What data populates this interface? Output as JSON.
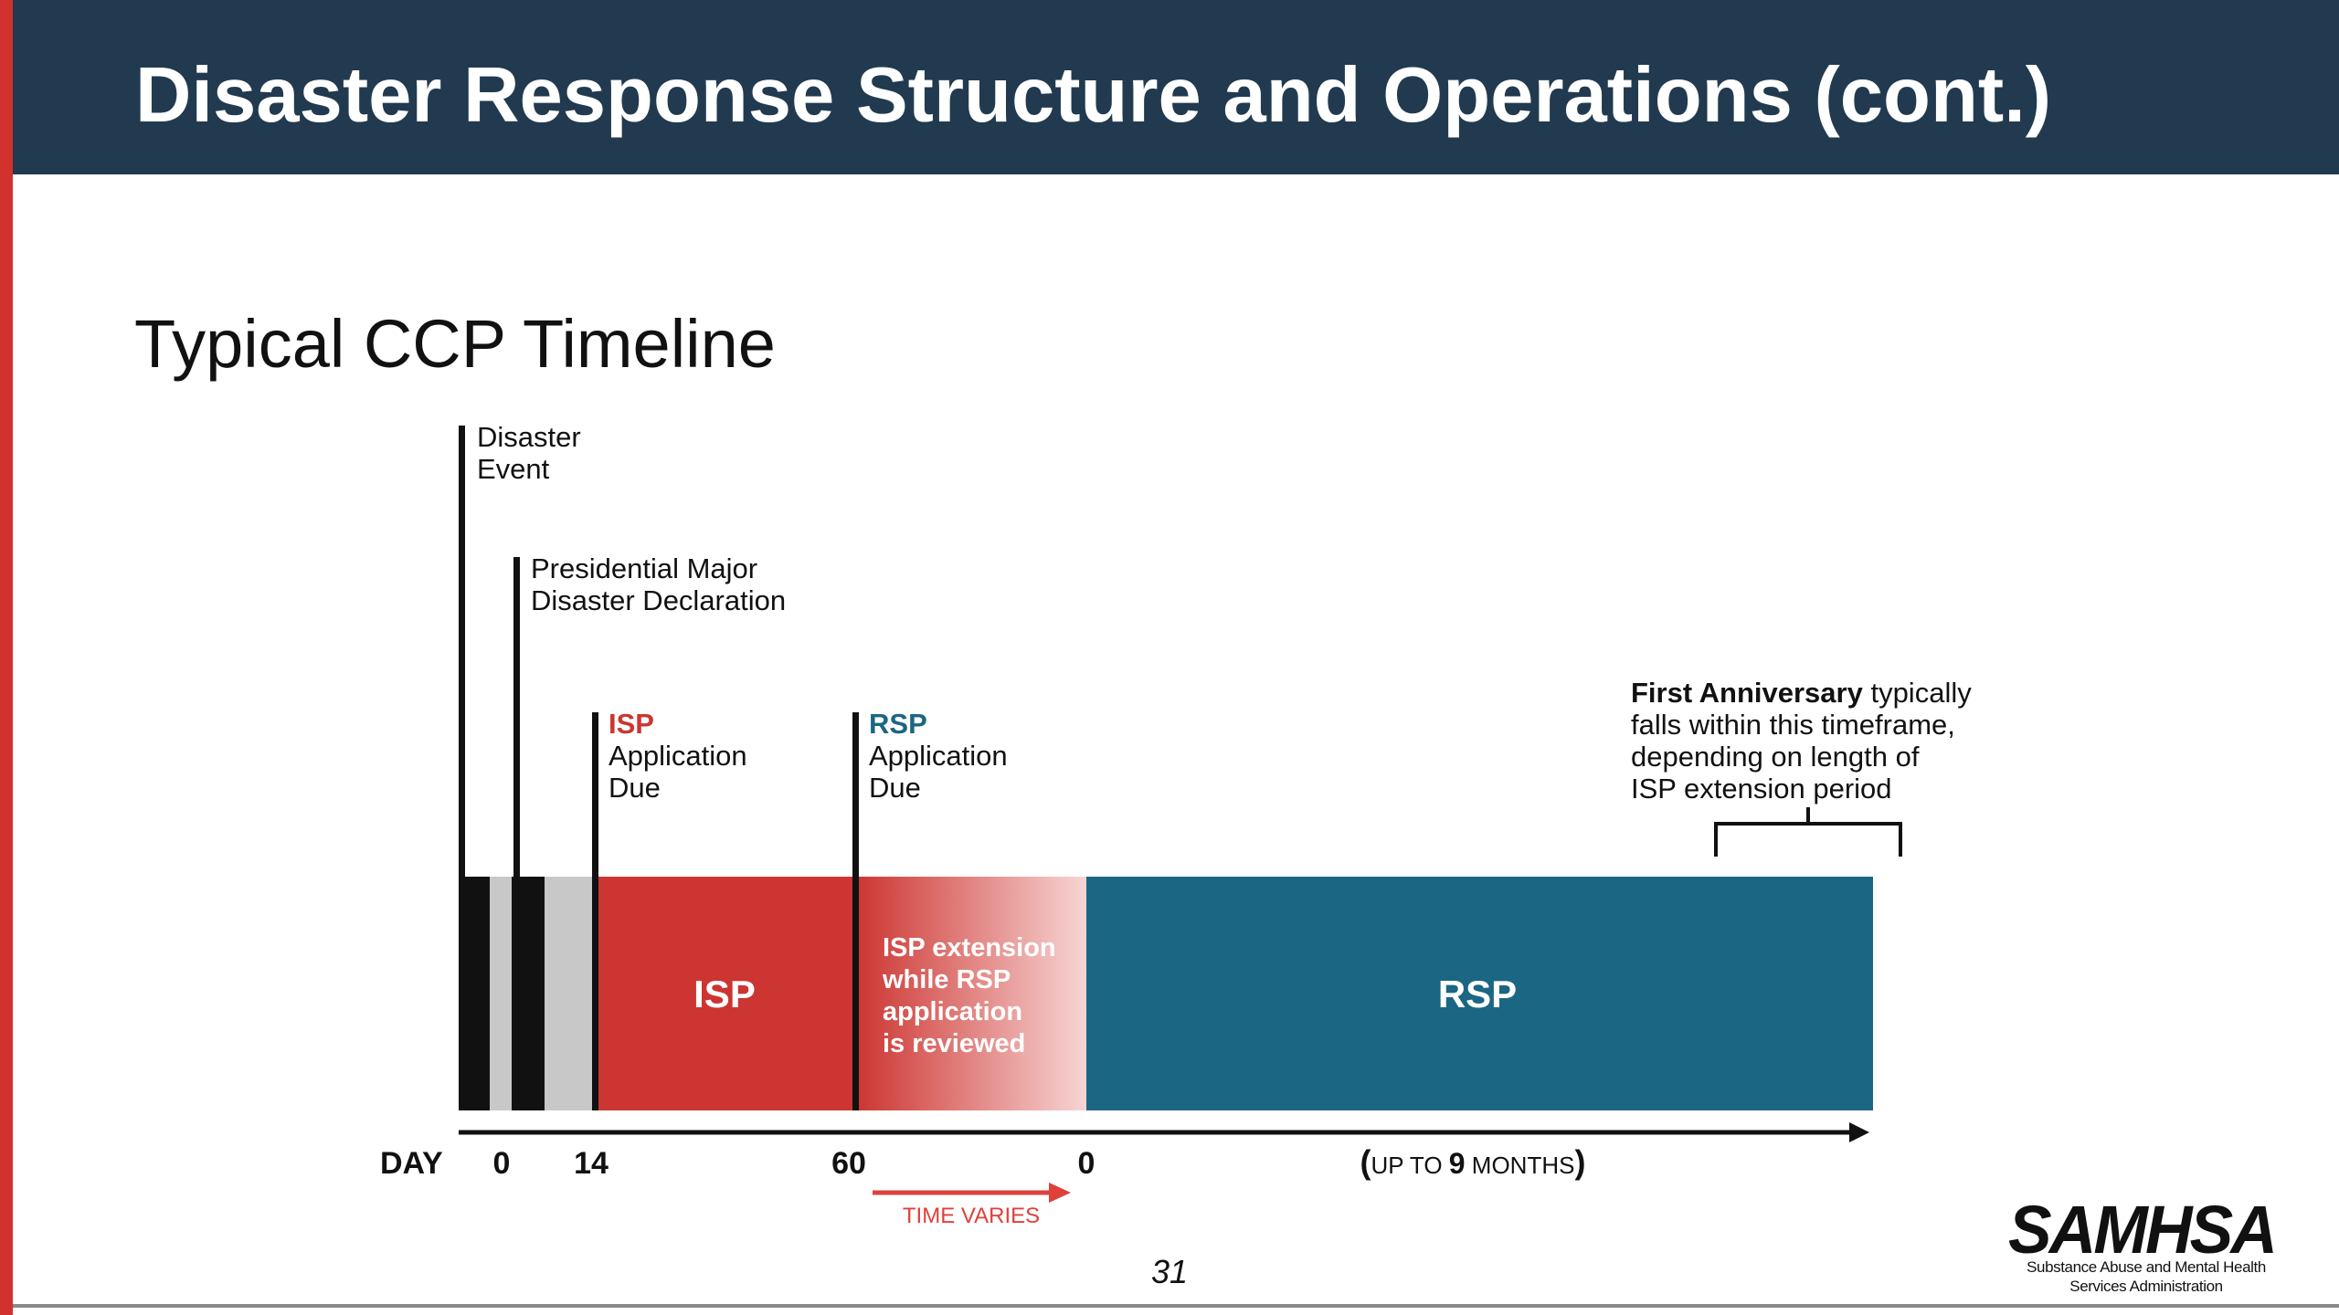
{
  "slide": {
    "title": "Disaster Response Structure and Operations (cont.)",
    "subtitle": "Typical CCP Timeline",
    "page_number": "31"
  },
  "colors": {
    "header_bg": "#223a4f",
    "left_stripe": "#d2322d",
    "isp_red": "#cc3531",
    "rsp_blue": "#1b6683",
    "black": "#111111",
    "gray": "#c8c8c8",
    "time_varies": "#e0403a"
  },
  "timeline": {
    "markers": [
      {
        "id": "disaster",
        "lines": [
          "Disaster",
          "Event"
        ]
      },
      {
        "id": "declaration",
        "lines": [
          "Presidential Major",
          "Disaster Declaration"
        ]
      },
      {
        "id": "isp_due",
        "highlight": "ISP",
        "lines": [
          "Application",
          "Due"
        ]
      },
      {
        "id": "rsp_due",
        "highlight": "RSP",
        "lines": [
          "Application",
          "Due"
        ]
      }
    ],
    "anniversary": {
      "bold": "First Anniversary",
      "rest": " typically",
      "lines": [
        "falls within this timeframe,",
        "depending on length of",
        "ISP extension period"
      ]
    },
    "segments": {
      "isp_label": "ISP",
      "extension_lines": [
        "ISP extension",
        "while RSP",
        "application",
        "is reviewed"
      ],
      "rsp_label": "RSP"
    },
    "axis": {
      "label": "DAY",
      "ticks": [
        "0",
        "14",
        "60",
        "0"
      ],
      "duration": {
        "open": "(",
        "pre": "UP TO ",
        "num": "9",
        "post": " MONTHS",
        "close": ")"
      },
      "time_varies": "TIME VARIES"
    }
  },
  "logo": {
    "name": "SAMHSA",
    "tagline_lines": [
      "Substance Abuse and Mental Health",
      "Services Administration"
    ]
  }
}
